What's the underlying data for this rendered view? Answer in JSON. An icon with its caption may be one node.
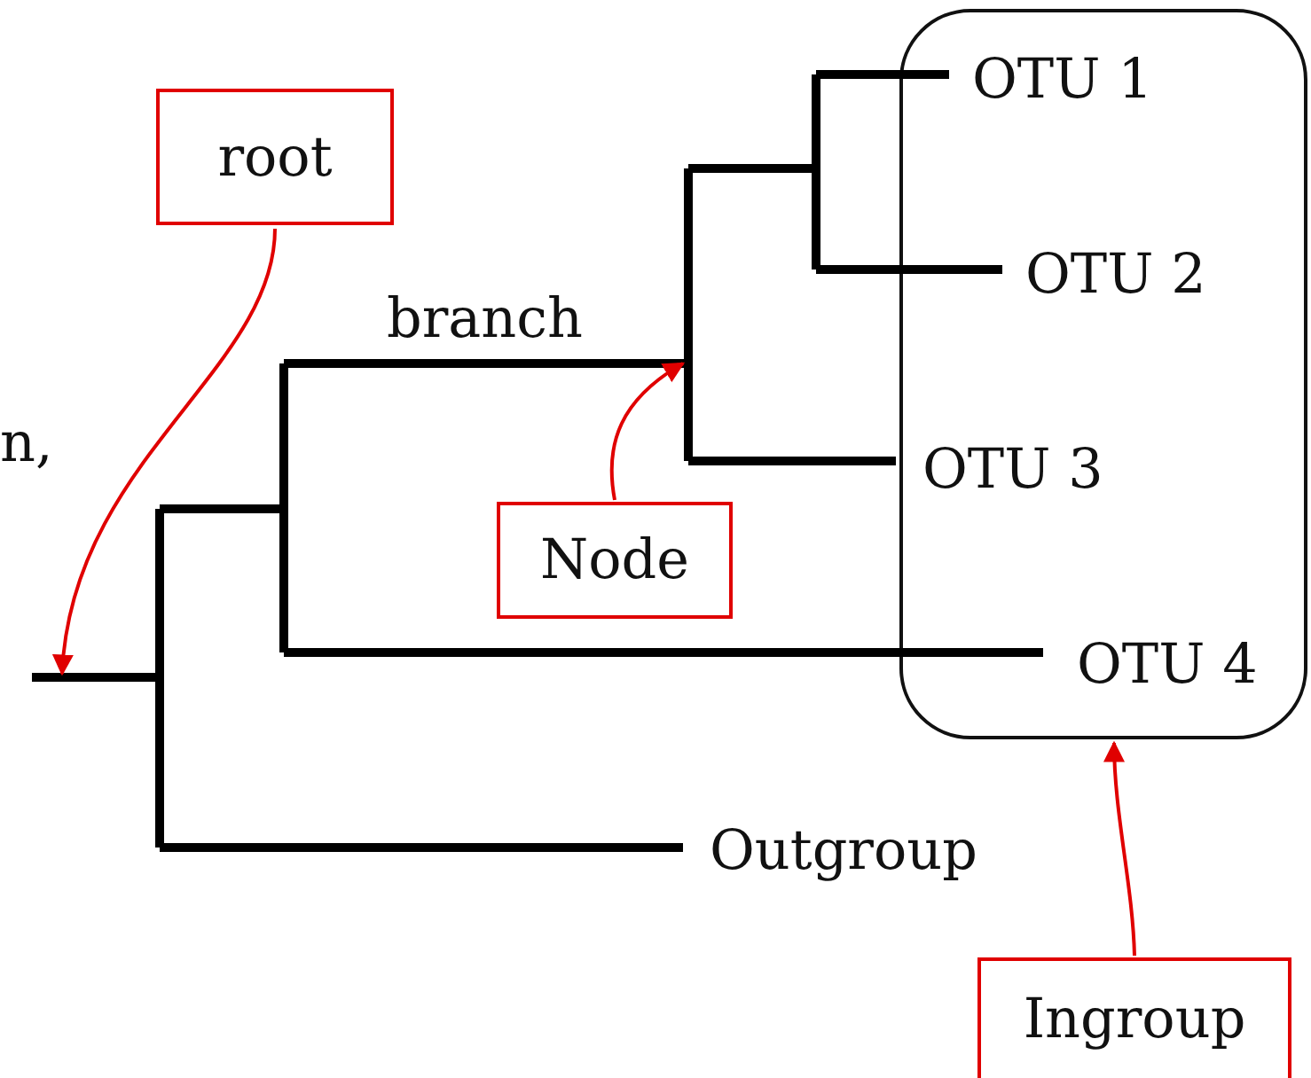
{
  "diagram": {
    "nodes": [
      {
        "text": [
          "root"
        ]
      },
      {
        "text": [
          "Node"
        ]
      },
      {
        "text": [
          "Ingroup"
        ]
      },
      {
        "text": [],
        "shape": "box"
      }
    ],
    "edges": [
      {
        "from": 0,
        "to": null,
        "arrow": "to"
      },
      {
        "from": 1,
        "to": null,
        "arrow": "to"
      },
      {
        "from": 2,
        "to": 3,
        "arrow": "to"
      }
    ],
    "labels": [
      "OTU 1",
      "OTU 2",
      "branch",
      "n,",
      "OTU 3",
      "OTU 4",
      "Outgroup"
    ]
  }
}
